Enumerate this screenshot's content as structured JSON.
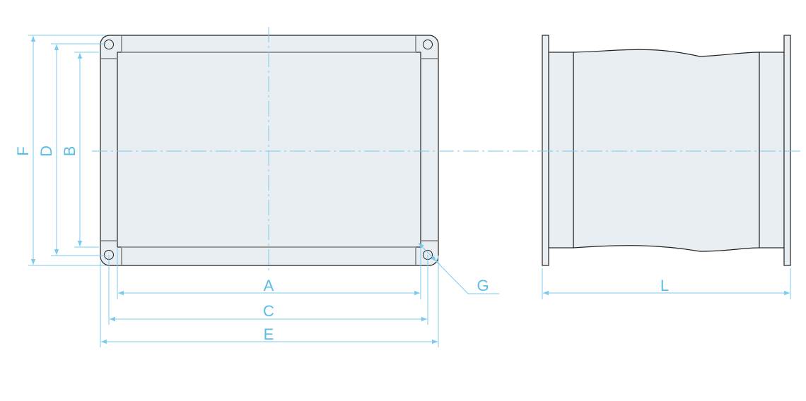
{
  "labels": {
    "A": "A",
    "B": "B",
    "C": "C",
    "D": "D",
    "E": "E",
    "F": "F",
    "G": "G",
    "L": "L"
  },
  "colors": {
    "dimension": "#7ccbed",
    "fill": "#e9eef2",
    "outline": "#222222"
  }
}
